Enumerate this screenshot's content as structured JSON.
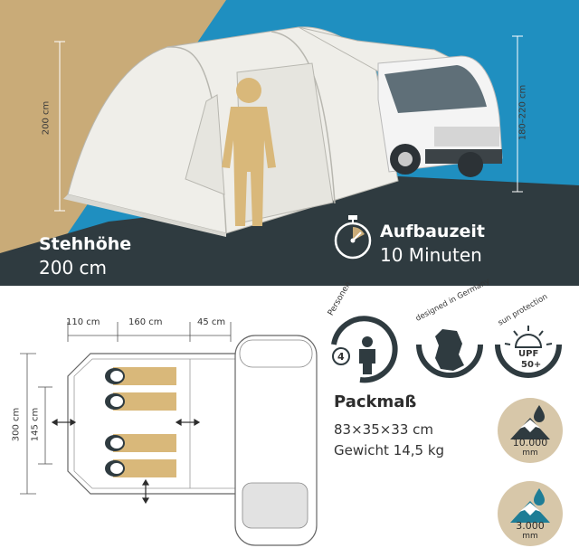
{
  "hero": {
    "height_label": "Stehhöhe",
    "height_value": "200 cm",
    "setup_label": "Aufbauzeit",
    "setup_value": "10 Minuten",
    "tent_height_scale": "200 cm",
    "bus_height_scale": "180–220 cm"
  },
  "floorplan": {
    "dim_top_1": "110 cm",
    "dim_top_2": "160 cm",
    "dim_top_3": "45 cm",
    "dim_left_outer": "300 cm",
    "dim_left_inner": "145 cm"
  },
  "badges": {
    "persons_label": "Personen",
    "persons_count": "4",
    "germany_label": "designed in Germany",
    "sun_label": "sun protection",
    "upf_line1": "UPF",
    "upf_line2": "50+"
  },
  "packmass": {
    "title": "Packmaß",
    "size": "83×35×33 cm",
    "weight": "Gewicht 14,5 kg"
  },
  "water": {
    "column_1": "10.000",
    "column_1_unit": "mm",
    "column_2": "3.000",
    "column_2_unit": "mm"
  },
  "colors": {
    "tan": "#c9ab78",
    "blue": "#1f8fc0",
    "dark": "#2f3b40",
    "teal": "#1e7d96"
  }
}
